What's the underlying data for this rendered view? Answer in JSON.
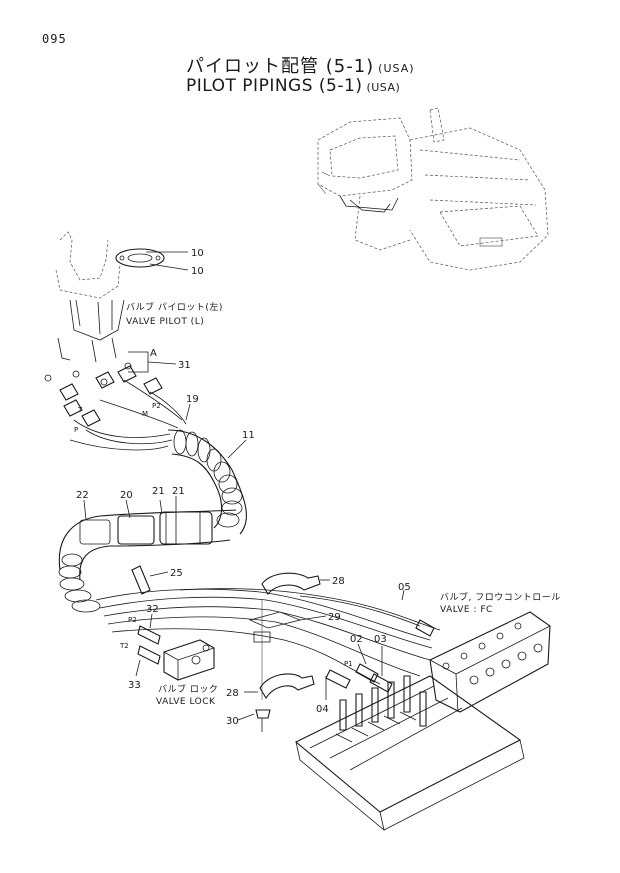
{
  "page": {
    "number": "095"
  },
  "title": {
    "jp": "パイロット配管 (5-1)",
    "jp_suffix": "(USA)",
    "en": "PILOT PIPINGS (5-1)",
    "en_suffix": "(USA)"
  },
  "captions": {
    "valve_pilot_jp": "バルブ パイロット(左)",
    "valve_pilot_en": "VALVE PILOT (L)",
    "valve_fc_jp": "バルブ, フロウコントロール",
    "valve_fc_en": "VALVE : FC",
    "valve_lock_jp": "バルブ ロック",
    "valve_lock_en": "VALVE LOCK"
  },
  "callouts": {
    "c10a": "10",
    "c10b": "10",
    "cA": "A",
    "c31": "31",
    "c19": "19",
    "c11": "11",
    "c22": "22",
    "c20": "20",
    "c21a": "21",
    "c21b": "21",
    "c25": "25",
    "c28a": "28",
    "c29": "29",
    "c05": "05",
    "c32": "32",
    "c02": "02",
    "c03": "03",
    "c33": "33",
    "c28b": "28",
    "c04": "04",
    "c30": "30"
  },
  "port_labels": {
    "p2": "P2",
    "t": "T",
    "m": "M",
    "p": "P",
    "t2": "T2",
    "p1": "P1"
  }
}
